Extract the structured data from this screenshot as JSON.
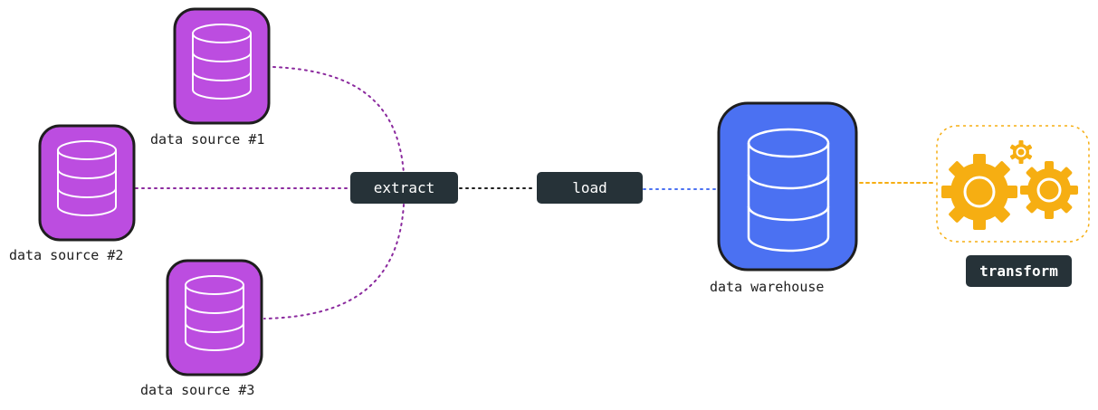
{
  "nodes": {
    "source1": {
      "label": "data source #1"
    },
    "source2": {
      "label": "data source #2"
    },
    "source3": {
      "label": "data source #3"
    },
    "extract": {
      "label": "extract"
    },
    "load": {
      "label": "load"
    },
    "warehouse": {
      "label": "data warehouse"
    },
    "transform": {
      "label": "transform"
    }
  },
  "colors": {
    "source_fill": "#bc4de0",
    "warehouse_fill": "#4b71f2",
    "outline": "#1e1e1e",
    "pill_fill": "#263238",
    "gear_fill": "#f6ae12",
    "source_link": "#8b2a9e",
    "load_link": "#4b71f2",
    "extract_link": "#1e1e1e",
    "transform_link": "#f6ae12"
  },
  "icons": {
    "source": "database-icon",
    "warehouse": "database-icon",
    "transform": "gears-icon"
  }
}
